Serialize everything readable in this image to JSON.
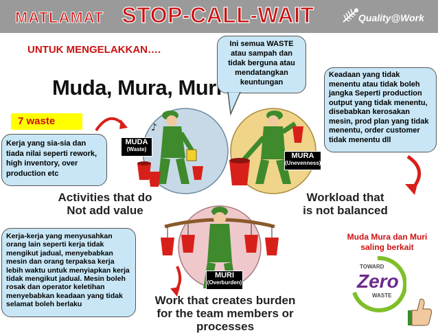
{
  "header": {
    "title_part1": "MATLAMAT",
    "title_part2": "STOP-CALL-WAIT",
    "logo_text": "Quality@Work"
  },
  "subtitle": "UNTUK MENGELAKKAN….",
  "main_title": "Muda, Mura, Muri",
  "waste_badge": "7 waste",
  "bubbles": {
    "top": "Ini semua WASTE atau sampah dan tidak berguna atau mendatangkan keuntungan",
    "right": "Keadaan yang tidak menentu atau tidak boleh jangka Seperti  production output yang tidak menentu, disebabkan kerosakan mesin, prod plan yang tidak menentu, order customer tidak menentu dll",
    "left": "Kerja yang sia-sia dan tiada nilai seperti rework, high inventory, over production etc",
    "bottom": "Kerja-kerja yang menyusahkan orang lain seperti kerja tidak mengikut jadual, menyebabkan mesin dan orang terpaksa kerja lebih waktu untuk menyiapkan kerja tidak mengikut jadual. Mesin boleh rosak dan operator keletihan menyebabkan keadaan yang tidak selamat boleh berlaku"
  },
  "captions": {
    "muda": "Activities that do Not add value",
    "mura": "Workload that is not balanced",
    "muri": "Work that creates burden for the team members or processes"
  },
  "tags": {
    "muda": {
      "name": "MUDA",
      "sub": "(Waste)"
    },
    "mura": {
      "name": "MURA",
      "sub": "(Unevenness)"
    },
    "muri": {
      "name": "MURI",
      "sub": "(Overburden)"
    }
  },
  "relation_note": "Muda Mura dan Muri saling berkait",
  "zero_waste": {
    "top": "TOWARD",
    "main": "Zero",
    "bottom": "WASTE"
  },
  "colors": {
    "title_red": "#cc1111",
    "bubble_bg": "#c8e6f5",
    "badge_yellow": "#ffff00",
    "worker_green": "#3e8a2c",
    "bucket_red": "#d8201a",
    "muda_circle": "#c7d9e6",
    "mura_circle": "#f0d48a",
    "muri_circle": "#efc8cc"
  },
  "icons": [
    "fish-skeleton-icon",
    "curved-arrow-icon",
    "thumbs-up-icon"
  ]
}
